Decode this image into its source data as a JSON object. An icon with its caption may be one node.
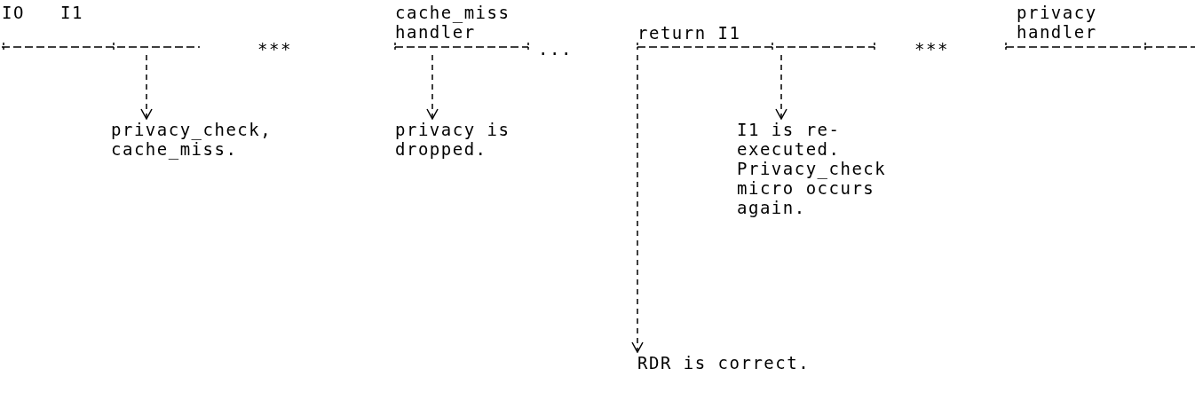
{
  "diagram": {
    "nodes": [
      {
        "text": [
          "privacy_check, cache_miss."
        ]
      },
      {
        "text": [
          "privacy is dropped."
        ]
      },
      {
        "text": [
          "I1 is re-executed. Privacy_check micro occurs again."
        ]
      },
      {
        "text": [
          "RDR is correct."
        ]
      }
    ],
    "edges": [
      {
        "from": null,
        "to": 0,
        "arrow": "to",
        "style": "dashed"
      },
      {
        "from": null,
        "to": 1,
        "arrow": "to",
        "style": "dashed"
      },
      {
        "from": null,
        "to": 3,
        "arrow": "to",
        "style": "dashed"
      },
      {
        "from": null,
        "to": 2,
        "arrow": "to",
        "style": "dashed"
      }
    ],
    "labels": [
      "IO",
      "I1",
      "cache_miss handler",
      "return I1",
      "privacy handler",
      "***",
      "...",
      "***"
    ]
  }
}
